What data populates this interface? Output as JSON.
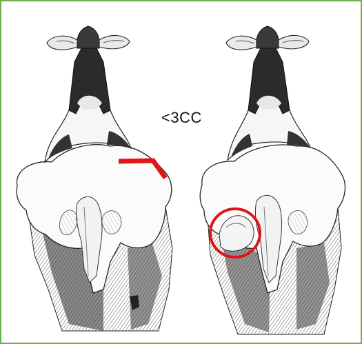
{
  "label": "<3CC",
  "colors": {
    "frame": "#6ab04c",
    "marker": "#e0141a",
    "ink": "#1a1a1a",
    "shade": "#8a8a8a",
    "paper": "#ffffff"
  },
  "figures": [
    {
      "name": "cow-rear-view-left",
      "annotation": "red-angle-line"
    },
    {
      "name": "cow-rear-view-right",
      "annotation": "red-circle"
    }
  ]
}
